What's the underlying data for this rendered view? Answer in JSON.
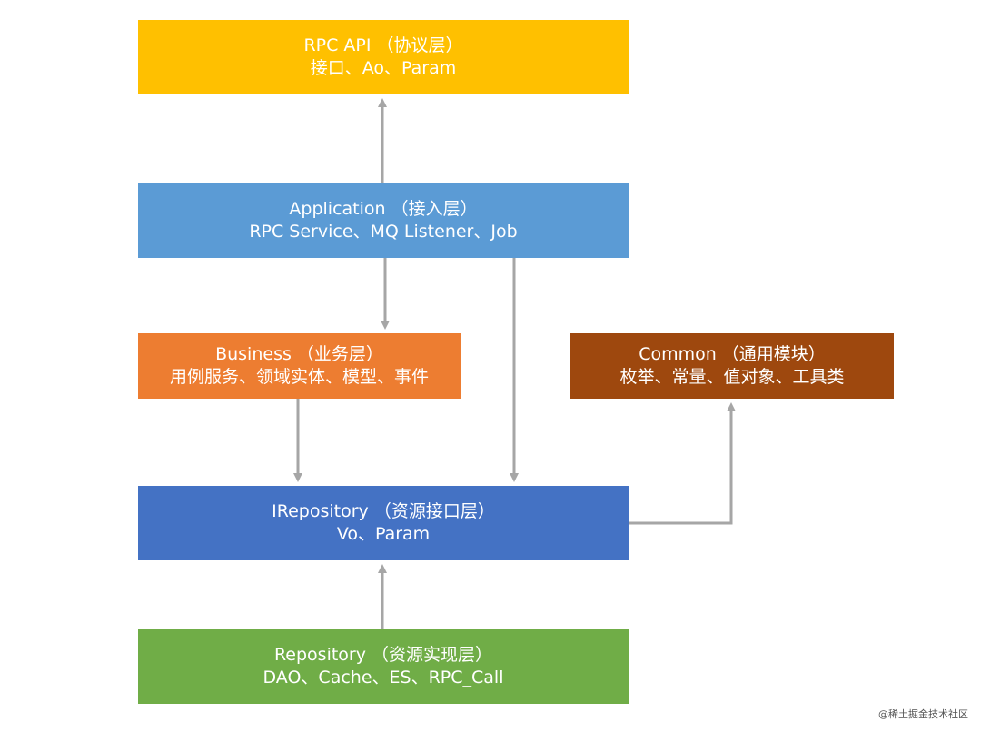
{
  "nodes": {
    "rpc_api": {
      "title": "RPC API （协议层）",
      "subtitle": "接口、Ao、Param",
      "color": "#FFC000"
    },
    "application": {
      "title": "Application （接入层）",
      "subtitle": "RPC Service、MQ Listener、Job",
      "color": "#5B9BD5"
    },
    "business": {
      "title": "Business （业务层）",
      "subtitle": "用例服务、领域实体、模型、事件",
      "color": "#ED7D31"
    },
    "common": {
      "title": "Common （通用模块）",
      "subtitle": "枚举、常量、值对象、工具类",
      "color": "#9E480E"
    },
    "irepository": {
      "title": "IRepository （资源接口层）",
      "subtitle": "Vo、Param",
      "color": "#4472C4"
    },
    "repository": {
      "title": "Repository （资源实现层）",
      "subtitle": "DAO、Cache、ES、RPC_Call",
      "color": "#70AD47"
    }
  },
  "edges": [
    {
      "from": "application",
      "to": "rpc_api"
    },
    {
      "from": "application",
      "to": "business"
    },
    {
      "from": "application",
      "to": "irepository"
    },
    {
      "from": "business",
      "to": "irepository"
    },
    {
      "from": "irepository",
      "to": "common"
    },
    {
      "from": "repository",
      "to": "irepository"
    }
  ],
  "arrow_color": "#A6A6A6",
  "watermark": "@稀土掘金技术社区"
}
